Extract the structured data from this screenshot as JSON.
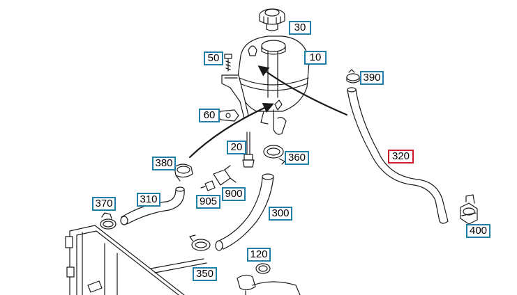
{
  "callouts": [
    {
      "id": "30",
      "label": "30"
    },
    {
      "id": "10",
      "label": "10"
    },
    {
      "id": "50",
      "label": "50"
    },
    {
      "id": "390",
      "label": "390"
    },
    {
      "id": "60",
      "label": "60"
    },
    {
      "id": "20",
      "label": "20"
    },
    {
      "id": "380",
      "label": "380"
    },
    {
      "id": "360",
      "label": "360"
    },
    {
      "id": "320",
      "label": "320",
      "selected": true
    },
    {
      "id": "370",
      "label": "370"
    },
    {
      "id": "310",
      "label": "310"
    },
    {
      "id": "900",
      "label": "900"
    },
    {
      "id": "905",
      "label": "905"
    },
    {
      "id": "300",
      "label": "300"
    },
    {
      "id": "400",
      "label": "400"
    },
    {
      "id": "120",
      "label": "120"
    },
    {
      "id": "350",
      "label": "350"
    }
  ],
  "colors": {
    "callout_border": "#1f7fa6",
    "callout_selected_border": "#d0192b",
    "line": "#1a1a1a"
  }
}
